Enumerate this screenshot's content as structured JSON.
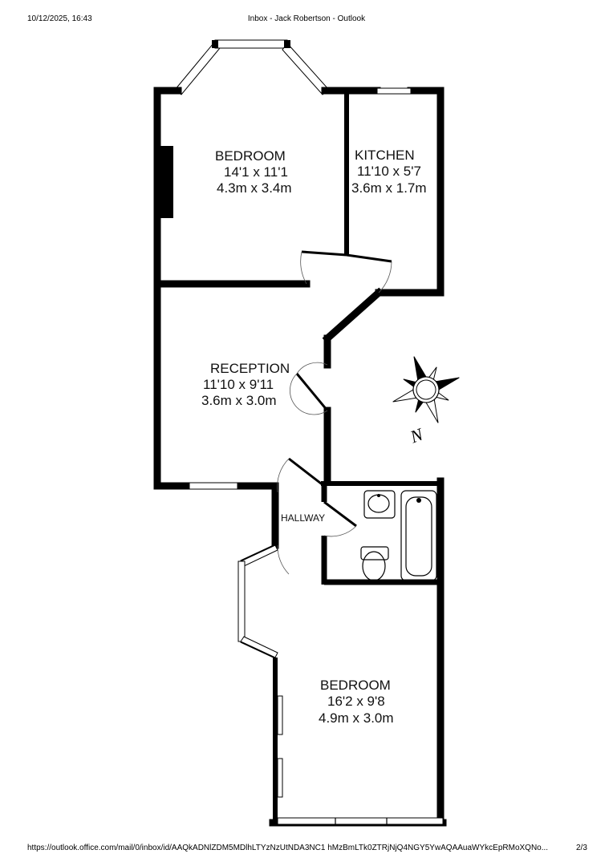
{
  "header": {
    "datetime": "10/12/2025, 16:43",
    "title": "Inbox - Jack Robertson - Outlook"
  },
  "footer": {
    "url": "https://outlook.office.com/mail/0/inbox/id/AAQkADNlZDM5MDlhLTYzNzUtNDA3NC1 hMzBmLTk0ZTRjNjQ4NGY5YwAQAAuaWYkcEpRMoXQNo...",
    "page": "2/3"
  },
  "rooms": {
    "bedroom1": {
      "name": "BEDROOM",
      "imperial": "14'1 x 11'1",
      "metric": "4.3m x 3.4m"
    },
    "kitchen": {
      "name": "KITCHEN",
      "imperial": "11'10 x 5'7",
      "metric": "3.6m x 1.7m"
    },
    "reception": {
      "name": "RECEPTION",
      "imperial": "11'10 x 9'11",
      "metric": "3.6m x 3.0m"
    },
    "hallway": {
      "name": "HALLWAY"
    },
    "bedroom2": {
      "name": "BEDROOM",
      "imperial": "16'2 x 9'8",
      "metric": "4.9m x 3.0m"
    }
  },
  "compass": {
    "label": "N"
  }
}
